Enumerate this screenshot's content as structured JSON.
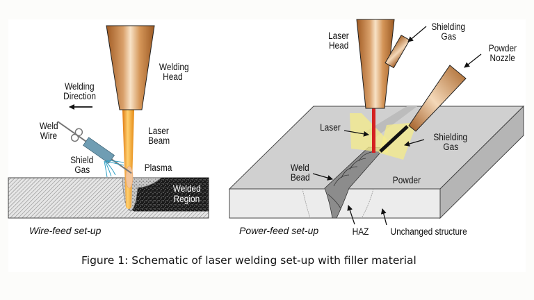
{
  "figure": {
    "caption": "Figure 1: Schematic of laser welding set-up with filler material"
  },
  "wire_feed": {
    "title": "Wire-feed set-up",
    "labels": {
      "welding_head": [
        "Welding",
        "Head"
      ],
      "welding_direction": [
        "Welding",
        "Direction"
      ],
      "weld_wire": [
        "Weld",
        "Wire"
      ],
      "laser_beam": [
        "Laser",
        "Beam"
      ],
      "shield_gas": [
        "Shield",
        "Gas"
      ],
      "plasma": "Plasma",
      "welded_region": [
        "Welded",
        "Region"
      ]
    },
    "icons": {
      "direction_arrow": "arrow-left"
    }
  },
  "powder_feed": {
    "title": "Power-feed set-up",
    "labels": {
      "laser_head": [
        "Laser",
        "Head"
      ],
      "shielding_gas_top": [
        "Shielding",
        "Gas"
      ],
      "powder_nozzle": [
        "Powder",
        "Nozzle"
      ],
      "laser": "Laser",
      "shielding_gas_side": [
        "Shielding",
        "Gas"
      ],
      "weld_bead": [
        "Weld",
        "Bead"
      ],
      "powder": "Powder",
      "haz": "HAZ",
      "unchanged_structure": "Unchanged structure"
    }
  },
  "colors": {
    "copper_dark": "#a8642c",
    "copper_light": "#f6dcc0",
    "beam_orange": "#f0a020",
    "shield_blue": "#6f9db3",
    "gas_lines": "#2f9fc4",
    "laser_red": "#d42020",
    "glow_yellow": "#f5ec8a",
    "slab_top": "#cfcfcf",
    "slab_front": "#ebebeb",
    "slab_side": "#b5b5b5",
    "bead_gray": "#8a8a8a"
  }
}
